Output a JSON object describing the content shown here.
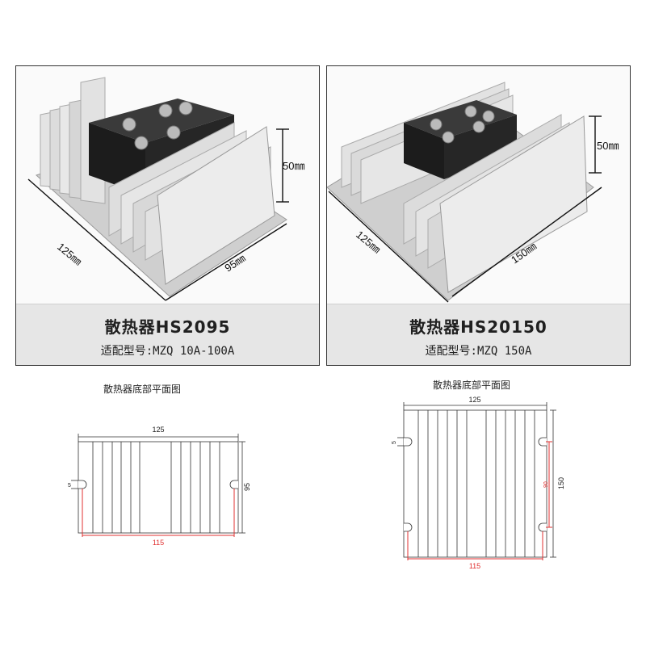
{
  "products": [
    {
      "id": "hs2095",
      "title": "散热器HS2095",
      "subtitle": "适配型号:MZQ 10A-100A",
      "dimensions": {
        "height_label": "50㎜",
        "length_label": "125㎜",
        "width_label": "95㎜"
      },
      "plan": {
        "title": "散热器底部平面图",
        "width": "125",
        "height": "95",
        "hole": "5",
        "mount": "115"
      }
    },
    {
      "id": "hs20150",
      "title": "散热器HS20150",
      "subtitle": "适配型号:MZQ 150A",
      "dimensions": {
        "height_label": "50㎜",
        "length_label": "125㎜",
        "width_label": "150㎜"
      },
      "plan": {
        "title": "散热器底部平面图",
        "width": "125",
        "height": "150",
        "hole": "5",
        "mount_v": "90",
        "mount": "115"
      }
    }
  ],
  "colors": {
    "metal": "#d9d9d9",
    "metal_dark": "#a8a8a8",
    "module": "#1c1c1c",
    "dim_red": "#e03030",
    "line": "#333333"
  }
}
